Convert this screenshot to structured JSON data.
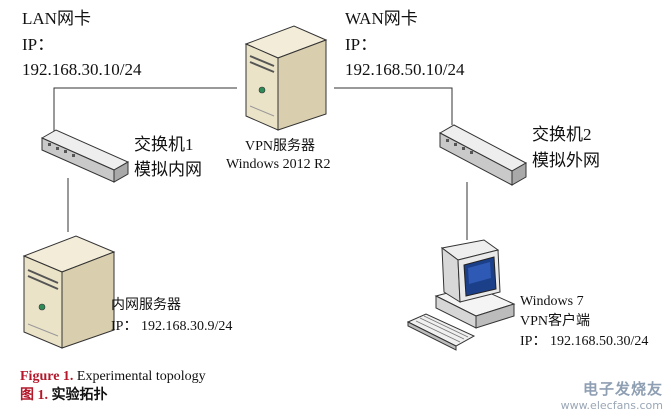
{
  "lan_nic": {
    "title": "LAN网卡",
    "ip_label": "IP：",
    "ip": "192.168.30.10/24"
  },
  "wan_nic": {
    "title": "WAN网卡",
    "ip_label": "IP：",
    "ip": "192.168.50.10/24"
  },
  "vpn_server": {
    "name": "VPN服务器",
    "os": "Windows 2012 R2"
  },
  "switch1": {
    "name": "交换机1",
    "desc": "模拟内网"
  },
  "switch2": {
    "name": "交换机2",
    "desc": "模拟外网"
  },
  "intranet_server": {
    "name": "内网服务器",
    "ip_line": "IP：  192.168.30.9/24"
  },
  "vpn_client": {
    "os": "Windows 7",
    "name": "VPN客户端",
    "ip_line": "IP：  192.168.50.30/24"
  },
  "caption": {
    "en_prefix": "Figure 1.",
    "en_text": " Experimental topology",
    "zh_prefix": "图 1.",
    "zh_text": "  实验拓扑"
  },
  "watermark": {
    "brand": "电子发烧友",
    "url": "www.elecfans.com"
  }
}
